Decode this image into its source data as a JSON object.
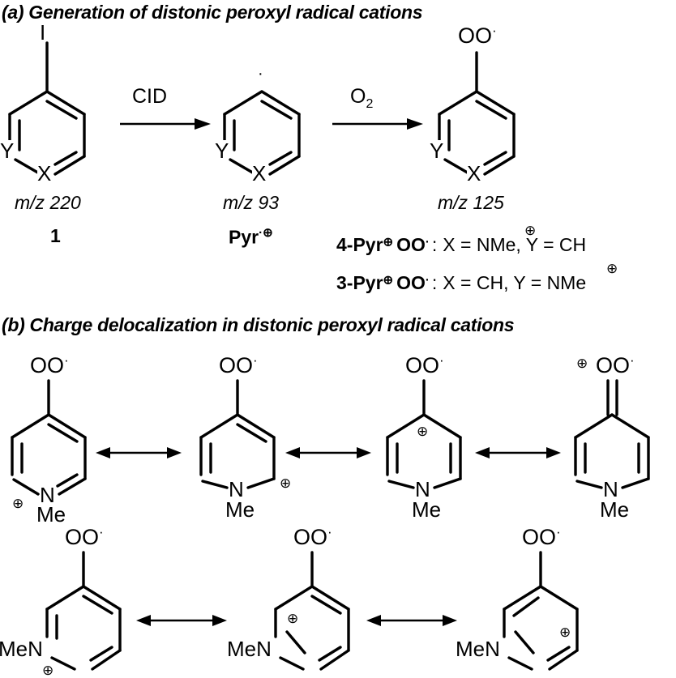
{
  "panels": [
    {
      "id": "a",
      "caption": "(a) Generation of distonic peroxyl radical cations",
      "reagents": {
        "step1": "CID",
        "step2": "O",
        "step2_sub": "2"
      },
      "species": [
        {
          "top_label": "I",
          "ring_left": "Y",
          "ring_bottom": "X",
          "mz": "m/z 220",
          "name": "1"
        },
        {
          "top_label": "·",
          "ring_left": "Y",
          "ring_bottom": "X",
          "mz": "m/z 93",
          "name": "Pyr",
          "name_sup": "·⊕"
        },
        {
          "top_label": "OO",
          "top_dot": "·",
          "ring_left": "Y",
          "ring_bottom": "X",
          "mz": "m/z 125",
          "name": ""
        }
      ],
      "legend": [
        {
          "name": "4-Pyr",
          "charge": "⊕",
          "group": "OO",
          "radical": "·",
          "colon": ":",
          "definition": "X = NMe, Y = CH",
          "nme_charge_over": "NMe"
        },
        {
          "name": "3-Pyr",
          "charge": "⊕",
          "group": "OO",
          "radical": "·",
          "colon": ":",
          "definition": "X = CH, Y = NMe",
          "nme_charge_over": "NMe"
        }
      ]
    },
    {
      "id": "b",
      "caption": "(b) Charge delocalization in distonic peroxyl radical cations",
      "resonance_row1": [
        {
          "top": "OO",
          "dot": "·",
          "n_label": "N",
          "me_label": "Me",
          "charge": "⊕",
          "charge_pos": "n-left"
        },
        {
          "top": "OO",
          "dot": "·",
          "n_label": "N",
          "me_label": "Me",
          "charge": "⊕",
          "charge_pos": "c2-right"
        },
        {
          "top": "OO",
          "dot": "·",
          "n_label": "N",
          "me_label": "Me",
          "charge": "⊕",
          "charge_pos": "c4-inner"
        },
        {
          "top": "OO",
          "dot": "·",
          "n_label": "N",
          "me_label": "Me",
          "charge": "⊕",
          "charge_pos": "oo-left"
        }
      ],
      "resonance_row2": [
        {
          "top": "OO",
          "dot": "·",
          "n_label": "MeN",
          "charge": "⊕",
          "charge_pos": "below-n"
        },
        {
          "top": "OO",
          "dot": "·",
          "n_label": "MeN",
          "charge": "⊕",
          "charge_pos": "inner-upper-left"
        },
        {
          "top": "OO",
          "dot": "·",
          "n_label": "MeN",
          "charge": "⊕",
          "charge_pos": "inner-right"
        }
      ],
      "arrow_symbol": "↔"
    }
  ],
  "colors": {
    "ink": "#000000",
    "background": "#ffffff"
  }
}
